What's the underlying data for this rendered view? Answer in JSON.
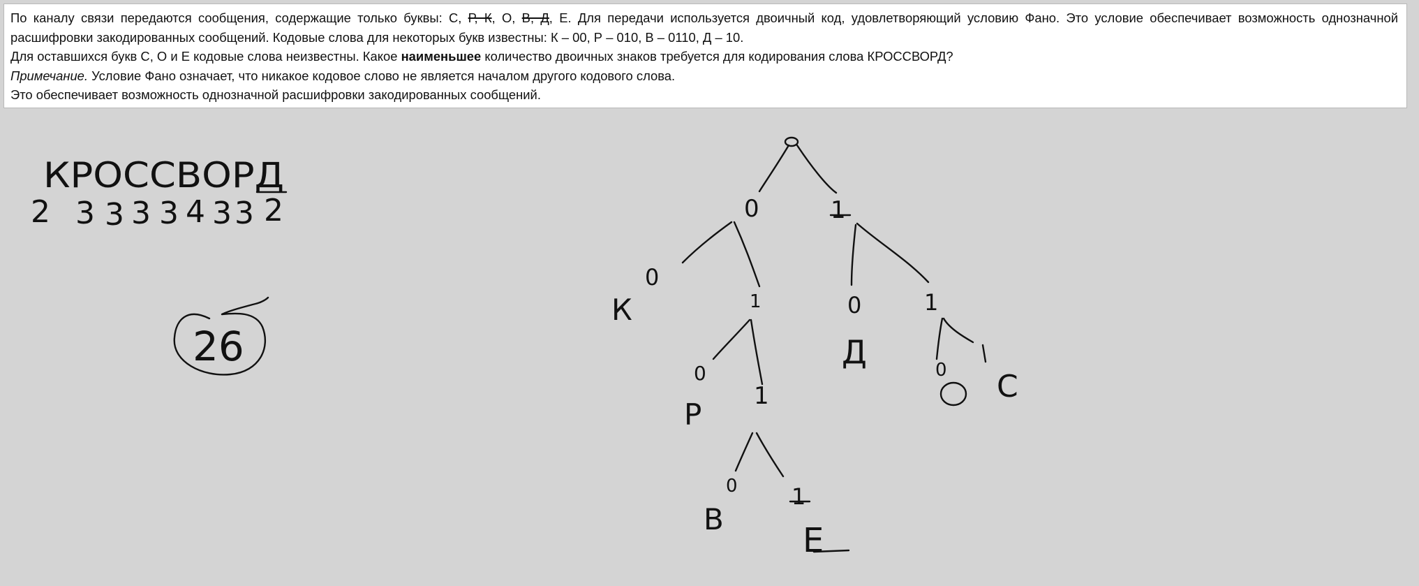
{
  "task": {
    "p1_a": "По каналу связи передаются сообщения, содержащие только буквы: С, ",
    "p1_strike1": "Р, К",
    "p1_b": ", О, ",
    "p1_strike2": "В, Д",
    "p1_c": ", Е. Для передачи используется двоичный код, удовлетворяющий условию Фано. Это условие обеспечивает возможность однозначной",
    "p1_d": "расшифровки закодированных сообщений. Кодовые слова для некоторых букв известны: К – 00, Р – 010, В – 0110, Д – 10.",
    "p2_a": "Для оставшихся букв С, О и Е кодовые слова неизвестны. Какое ",
    "p2_bold": "наименьшее",
    "p2_b": " количество двоичных знаков требуется для кодирования слова КРОССВОРД?",
    "p3_italic": "Примечание.",
    "p3_rest": " Условие Фано означает, что никакое кодовое слово не является началом другого кодового слова.",
    "p4": "Это обеспечивает возможность однозначной расшифровки закодированных сообщений."
  },
  "whiteboard": {
    "word": "КРОССВОРД",
    "digits": [
      "2",
      "3",
      "3",
      "3",
      "3",
      "4",
      "3",
      "3",
      "2"
    ],
    "answer": "26",
    "tree": {
      "root_label": "0",
      "l1_left": "0",
      "l1_right": "1",
      "left_branch_0": "0",
      "leaf_K": "К",
      "node_1": "1",
      "node_0_right": "0",
      "node_1_right": "1",
      "leaf_D": "Д",
      "edge_0_mid": "0",
      "leaf_P": "Р",
      "node_1_mid": "1",
      "edge_0_right": "0",
      "leaf_O": "О",
      "edge_1_right": "1",
      "leaf_S": "С",
      "edge_0_low": "0",
      "leaf_V": "В",
      "edge_1_low": "1",
      "leaf_E": "Е"
    }
  }
}
